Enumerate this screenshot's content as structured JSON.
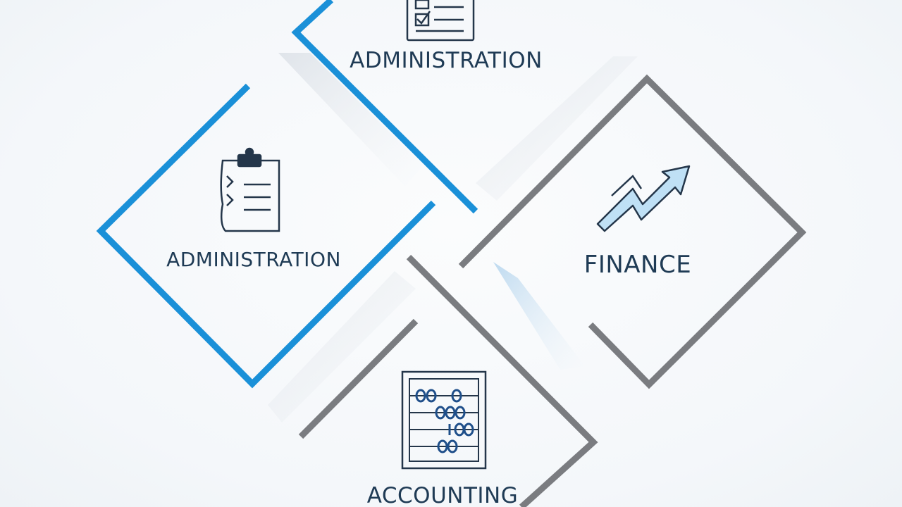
{
  "diagram": {
    "nodes": [
      {
        "id": "top",
        "label": "ADMINISTRATION",
        "icon": "checklist-icon",
        "frame_color": "#1a90d8"
      },
      {
        "id": "left",
        "label": "ADMINISTRATION",
        "icon": "clipboard-icon",
        "frame_color": "#1a90d8"
      },
      {
        "id": "right",
        "label": "FINANCE",
        "icon": "trend-arrow-icon",
        "frame_color": "#7a7c80"
      },
      {
        "id": "bottom",
        "label": "ACCOUNTING",
        "icon": "abacus-icon",
        "frame_color": "#7a7c80"
      }
    ]
  },
  "colors": {
    "blue": "#1a90d8",
    "gray": "#7a7c80",
    "text": "#1f3b55",
    "icon_stroke": "#24364a",
    "accent_fill": "#bfe0f5"
  }
}
